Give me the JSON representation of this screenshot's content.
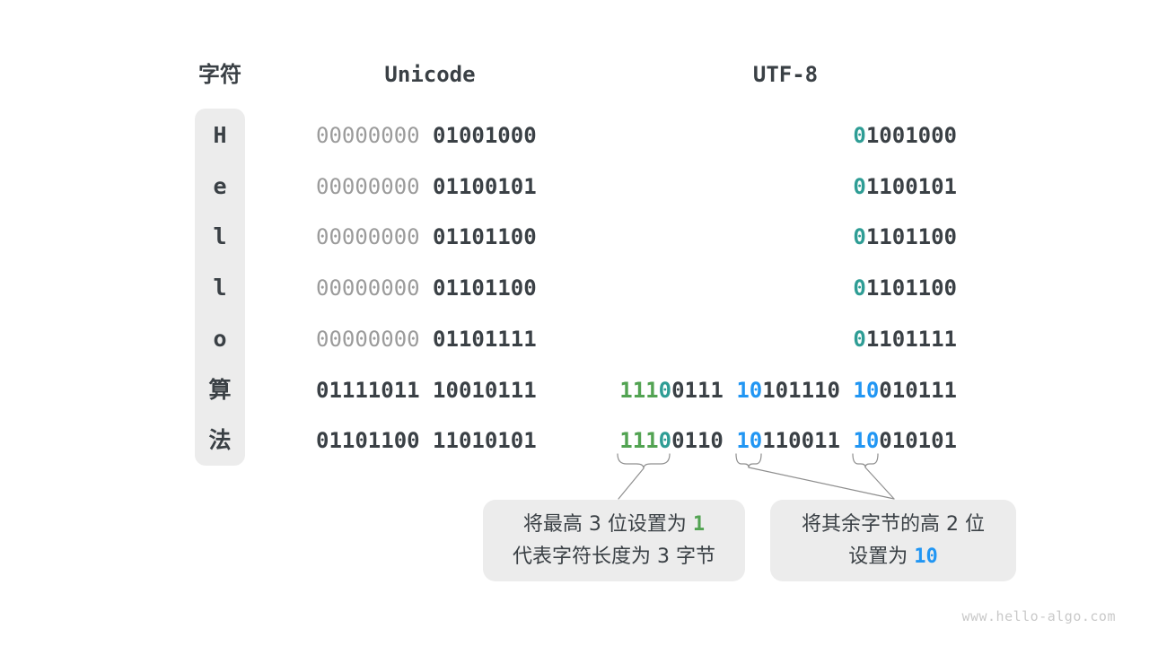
{
  "page": {
    "background": "#ffffff",
    "watermark": "www.hello-algo.com"
  },
  "colors": {
    "dark_text": "#3A4045",
    "gray_zero": "#9B9B9B",
    "teal": "#2E9D95",
    "green": "#52A352",
    "blue": "#2196F3",
    "box_bg": "#ECECEC",
    "connector": "#8F8F8F",
    "watermark": "#C9C9C9"
  },
  "headers": {
    "char": "字符",
    "unicode": "Unicode",
    "utf8": "UTF-8"
  },
  "rows": [
    {
      "char": "H",
      "unicode": {
        "high": "00000000",
        "low": "01001000"
      },
      "utf8": [
        {
          "t": "0",
          "r": "1001000"
        }
      ]
    },
    {
      "char": "e",
      "unicode": {
        "high": "00000000",
        "low": "01100101"
      },
      "utf8": [
        {
          "t": "0",
          "r": "1100101"
        }
      ]
    },
    {
      "char": "l",
      "unicode": {
        "high": "00000000",
        "low": "01101100"
      },
      "utf8": [
        {
          "t": "0",
          "r": "1101100"
        }
      ]
    },
    {
      "char": "l",
      "unicode": {
        "high": "00000000",
        "low": "01101100"
      },
      "utf8": [
        {
          "t": "0",
          "r": "1101100"
        }
      ]
    },
    {
      "char": "o",
      "unicode": {
        "high": "00000000",
        "low": "01101111"
      },
      "utf8": [
        {
          "t": "0",
          "r": "1101111"
        }
      ]
    },
    {
      "char": "算",
      "unicode": {
        "high": "01111011",
        "low": "10010111"
      },
      "utf8": [
        {
          "g": "111",
          "t": "0",
          "r": "0111"
        },
        {
          "b": "10",
          "r": "101110"
        },
        {
          "b": "10",
          "r": "010111"
        }
      ]
    },
    {
      "char": "法",
      "unicode": {
        "high": "01101100",
        "low": "11010101"
      },
      "utf8": [
        {
          "g": "111",
          "t": "0",
          "r": "0110"
        },
        {
          "b": "10",
          "r": "110011"
        },
        {
          "b": "10",
          "r": "010101"
        }
      ]
    }
  ],
  "callouts": {
    "left": {
      "lines": [
        [
          {
            "text": "将最高 3 位设置为 "
          },
          {
            "text": "1",
            "style": "green"
          }
        ],
        [
          {
            "text": "代表字符长度为 3 字节"
          }
        ]
      ]
    },
    "right": {
      "lines": [
        [
          {
            "text": "将其余字节的高 2 位"
          }
        ],
        [
          {
            "text": "设置为 "
          },
          {
            "text": "10",
            "style": "blue"
          }
        ]
      ]
    }
  }
}
